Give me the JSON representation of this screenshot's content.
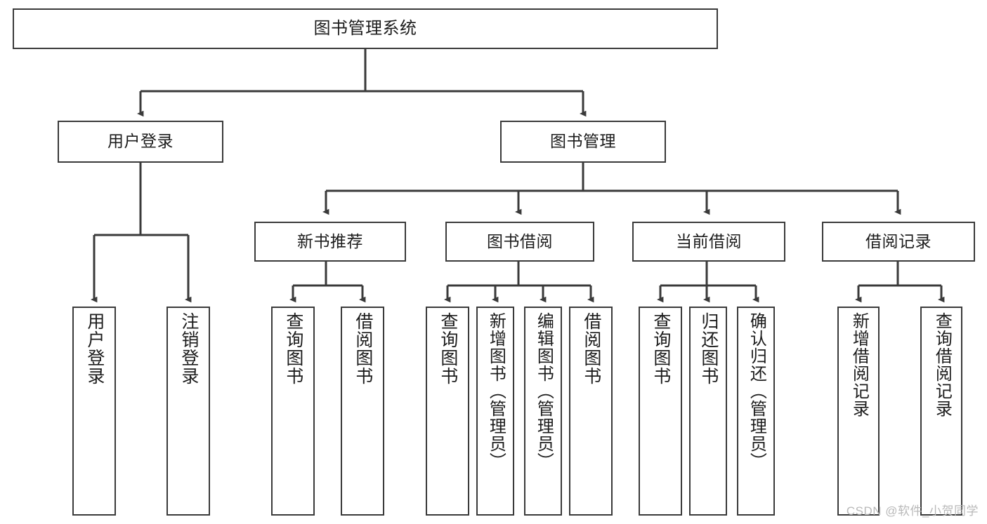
{
  "diagram": {
    "title": "图书管理系统",
    "type": "hierarchy-tree",
    "watermark": "CSDN @软件_小贺同学",
    "colors": {
      "border": "#3a3a3a",
      "background": "#ffffff",
      "text": "#1c1c1c",
      "watermark": "#b9b9b9"
    }
  },
  "nodes": {
    "root": {
      "label": "图书管理系统",
      "level": 1
    },
    "level2": [
      {
        "id": "user-login",
        "label": "用户登录"
      },
      {
        "id": "book-manage",
        "label": "图书管理"
      }
    ],
    "level3": [
      {
        "id": "new-book-recommend",
        "label": "新书推荐"
      },
      {
        "id": "book-borrow",
        "label": "图书借阅"
      },
      {
        "id": "current-borrow",
        "label": "当前借阅"
      },
      {
        "id": "borrow-record",
        "label": "借阅记录"
      }
    ],
    "leaves": {
      "user-login": [
        {
          "id": "leaf-user-login",
          "label": "用户登录"
        },
        {
          "id": "leaf-logout-login",
          "label": "注销登录"
        }
      ],
      "new-book-recommend": [
        {
          "id": "leaf-query-book-1",
          "label": "查询图书"
        },
        {
          "id": "leaf-borrow-book-1",
          "label": "借阅图书"
        }
      ],
      "book-borrow": [
        {
          "id": "leaf-query-book-2",
          "label": "查询图书"
        },
        {
          "id": "leaf-add-book",
          "label": "新增图书（管理员）"
        },
        {
          "id": "leaf-edit-book",
          "label": "编辑图书（管理员）"
        },
        {
          "id": "leaf-borrow-book-2",
          "label": "借阅图书"
        }
      ],
      "current-borrow": [
        {
          "id": "leaf-query-book-3",
          "label": "查询图书"
        },
        {
          "id": "leaf-return-book",
          "label": "归还图书"
        },
        {
          "id": "leaf-confirm-return",
          "label": "确认归还（管理员）"
        }
      ],
      "borrow-record": [
        {
          "id": "leaf-add-record",
          "label": "新增借阅记录"
        },
        {
          "id": "leaf-query-record",
          "label": "查询借阅记录"
        }
      ]
    }
  }
}
